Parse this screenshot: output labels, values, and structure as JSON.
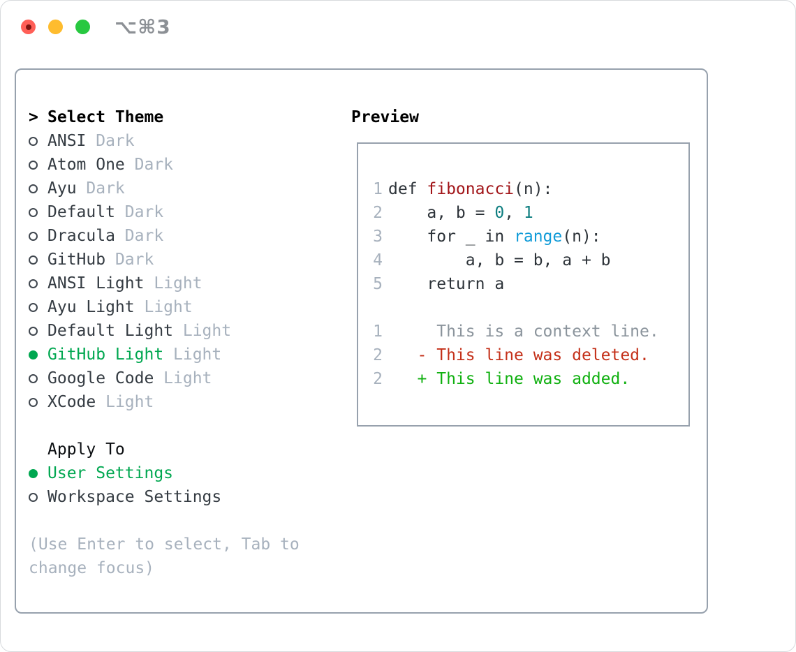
{
  "window": {
    "title": "⌥⌘3",
    "traffic_lights": [
      "close",
      "minimize",
      "zoom"
    ]
  },
  "theme_panel": {
    "header": {
      "prefix": ">",
      "label": "Select Theme"
    },
    "themes": [
      {
        "name": "ANSI",
        "tag": "Dark",
        "selected": false
      },
      {
        "name": "Atom One",
        "tag": "Dark",
        "selected": false
      },
      {
        "name": "Ayu",
        "tag": "Dark",
        "selected": false
      },
      {
        "name": "Default",
        "tag": "Dark",
        "selected": false
      },
      {
        "name": "Dracula",
        "tag": "Dark",
        "selected": false
      },
      {
        "name": "GitHub",
        "tag": "Dark",
        "selected": false
      },
      {
        "name": "ANSI Light",
        "tag": "Light",
        "selected": false
      },
      {
        "name": "Ayu Light",
        "tag": "Light",
        "selected": false
      },
      {
        "name": "Default Light",
        "tag": "Light",
        "selected": false
      },
      {
        "name": "GitHub Light",
        "tag": "Light",
        "selected": true
      },
      {
        "name": "Google Code",
        "tag": "Light",
        "selected": false
      },
      {
        "name": "XCode",
        "tag": "Light",
        "selected": false
      }
    ],
    "apply_to": {
      "label": "Apply To",
      "options": [
        {
          "name": "User Settings",
          "selected": true
        },
        {
          "name": "Workspace Settings",
          "selected": false
        }
      ]
    },
    "hint_lines": [
      "(Use Enter to select, Tab to",
      "change focus)"
    ]
  },
  "preview": {
    "label": "Preview",
    "lines": [
      {
        "ln": "1",
        "tokens": [
          [
            "plain",
            "def "
          ],
          [
            "func",
            "fibonacci"
          ],
          [
            "plain",
            "(n):"
          ]
        ]
      },
      {
        "ln": "2",
        "tokens": [
          [
            "plain",
            "    a, b = "
          ],
          [
            "num",
            "0"
          ],
          [
            "plain",
            ", "
          ],
          [
            "num",
            "1"
          ]
        ]
      },
      {
        "ln": "3",
        "tokens": [
          [
            "plain",
            "    for _ in "
          ],
          [
            "builtin",
            "range"
          ],
          [
            "plain",
            "(n):"
          ]
        ]
      },
      {
        "ln": "4",
        "tokens": [
          [
            "plain",
            "        a, b = b, a + b"
          ]
        ]
      },
      {
        "ln": "5",
        "tokens": [
          [
            "plain",
            "    return a"
          ]
        ]
      },
      {
        "ln": "",
        "tokens": []
      },
      {
        "ln": "1",
        "tokens": [
          [
            "ctx",
            "     This is a context line."
          ]
        ]
      },
      {
        "ln": "2",
        "tokens": [
          [
            "del",
            "   - This line was deleted."
          ]
        ]
      },
      {
        "ln": "2",
        "tokens": [
          [
            "add",
            "   + This line was added."
          ]
        ]
      }
    ]
  },
  "colors": {
    "accent_green": "#00a750",
    "muted_gray": "#a7b1bd",
    "text_dark": "#343b42",
    "code_text": "#2d3339",
    "function_red": "#a11418",
    "number_teal": "#0e7e80",
    "builtin_blue": "#109bd8",
    "diff_deleted_red": "#c43019",
    "diff_added_green": "#10b010",
    "context_gray": "#8b949c",
    "panel_border": "#97a1ad",
    "title_gray": "#8c9095",
    "traffic_red": "#ff5f57",
    "traffic_yellow": "#febc2e",
    "traffic_green": "#28c840"
  }
}
